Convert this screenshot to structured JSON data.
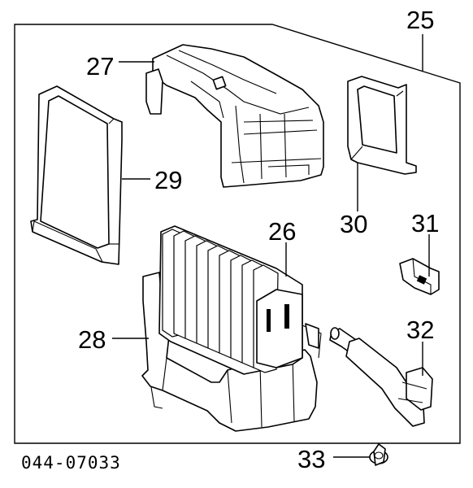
{
  "diagram": {
    "drawing_code": "044-07033",
    "callouts": {
      "p25": "25",
      "p26": "26",
      "p27": "27",
      "p28": "28",
      "p29": "29",
      "p30": "30",
      "p31": "31",
      "p32": "32",
      "p33": "33"
    }
  }
}
